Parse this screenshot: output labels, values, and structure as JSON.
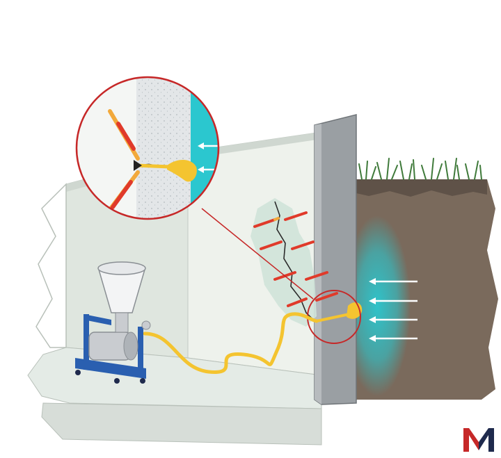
{
  "colors": {
    "background": "#ffffff",
    "floor": "#e4ebe6",
    "wall_light": "#eef2ec",
    "wall_side": "#dfe6df",
    "wall_section": "#9a9fa3",
    "soil": "#7a6a5c",
    "soil_dark": "#5f5248",
    "water": "#2bc7cf",
    "injection_resin": "#f4c430",
    "packer_red": "#e03a2a",
    "packer_yellow": "#f2a93b",
    "pump_frame": "#2a5fb0",
    "pump_body": "#c9ccd0",
    "callout_ring": "#c62828",
    "logo_red": "#c62828",
    "logo_navy": "#1f2a4d"
  },
  "logo": {
    "text": "M"
  },
  "diagram": {
    "subject": "crack-injection-waterproofing",
    "parts": [
      "basement-interior",
      "wall-section",
      "soil",
      "water-ingress",
      "injection-pump",
      "injection-hose",
      "packers",
      "crack",
      "detail-callout"
    ]
  }
}
